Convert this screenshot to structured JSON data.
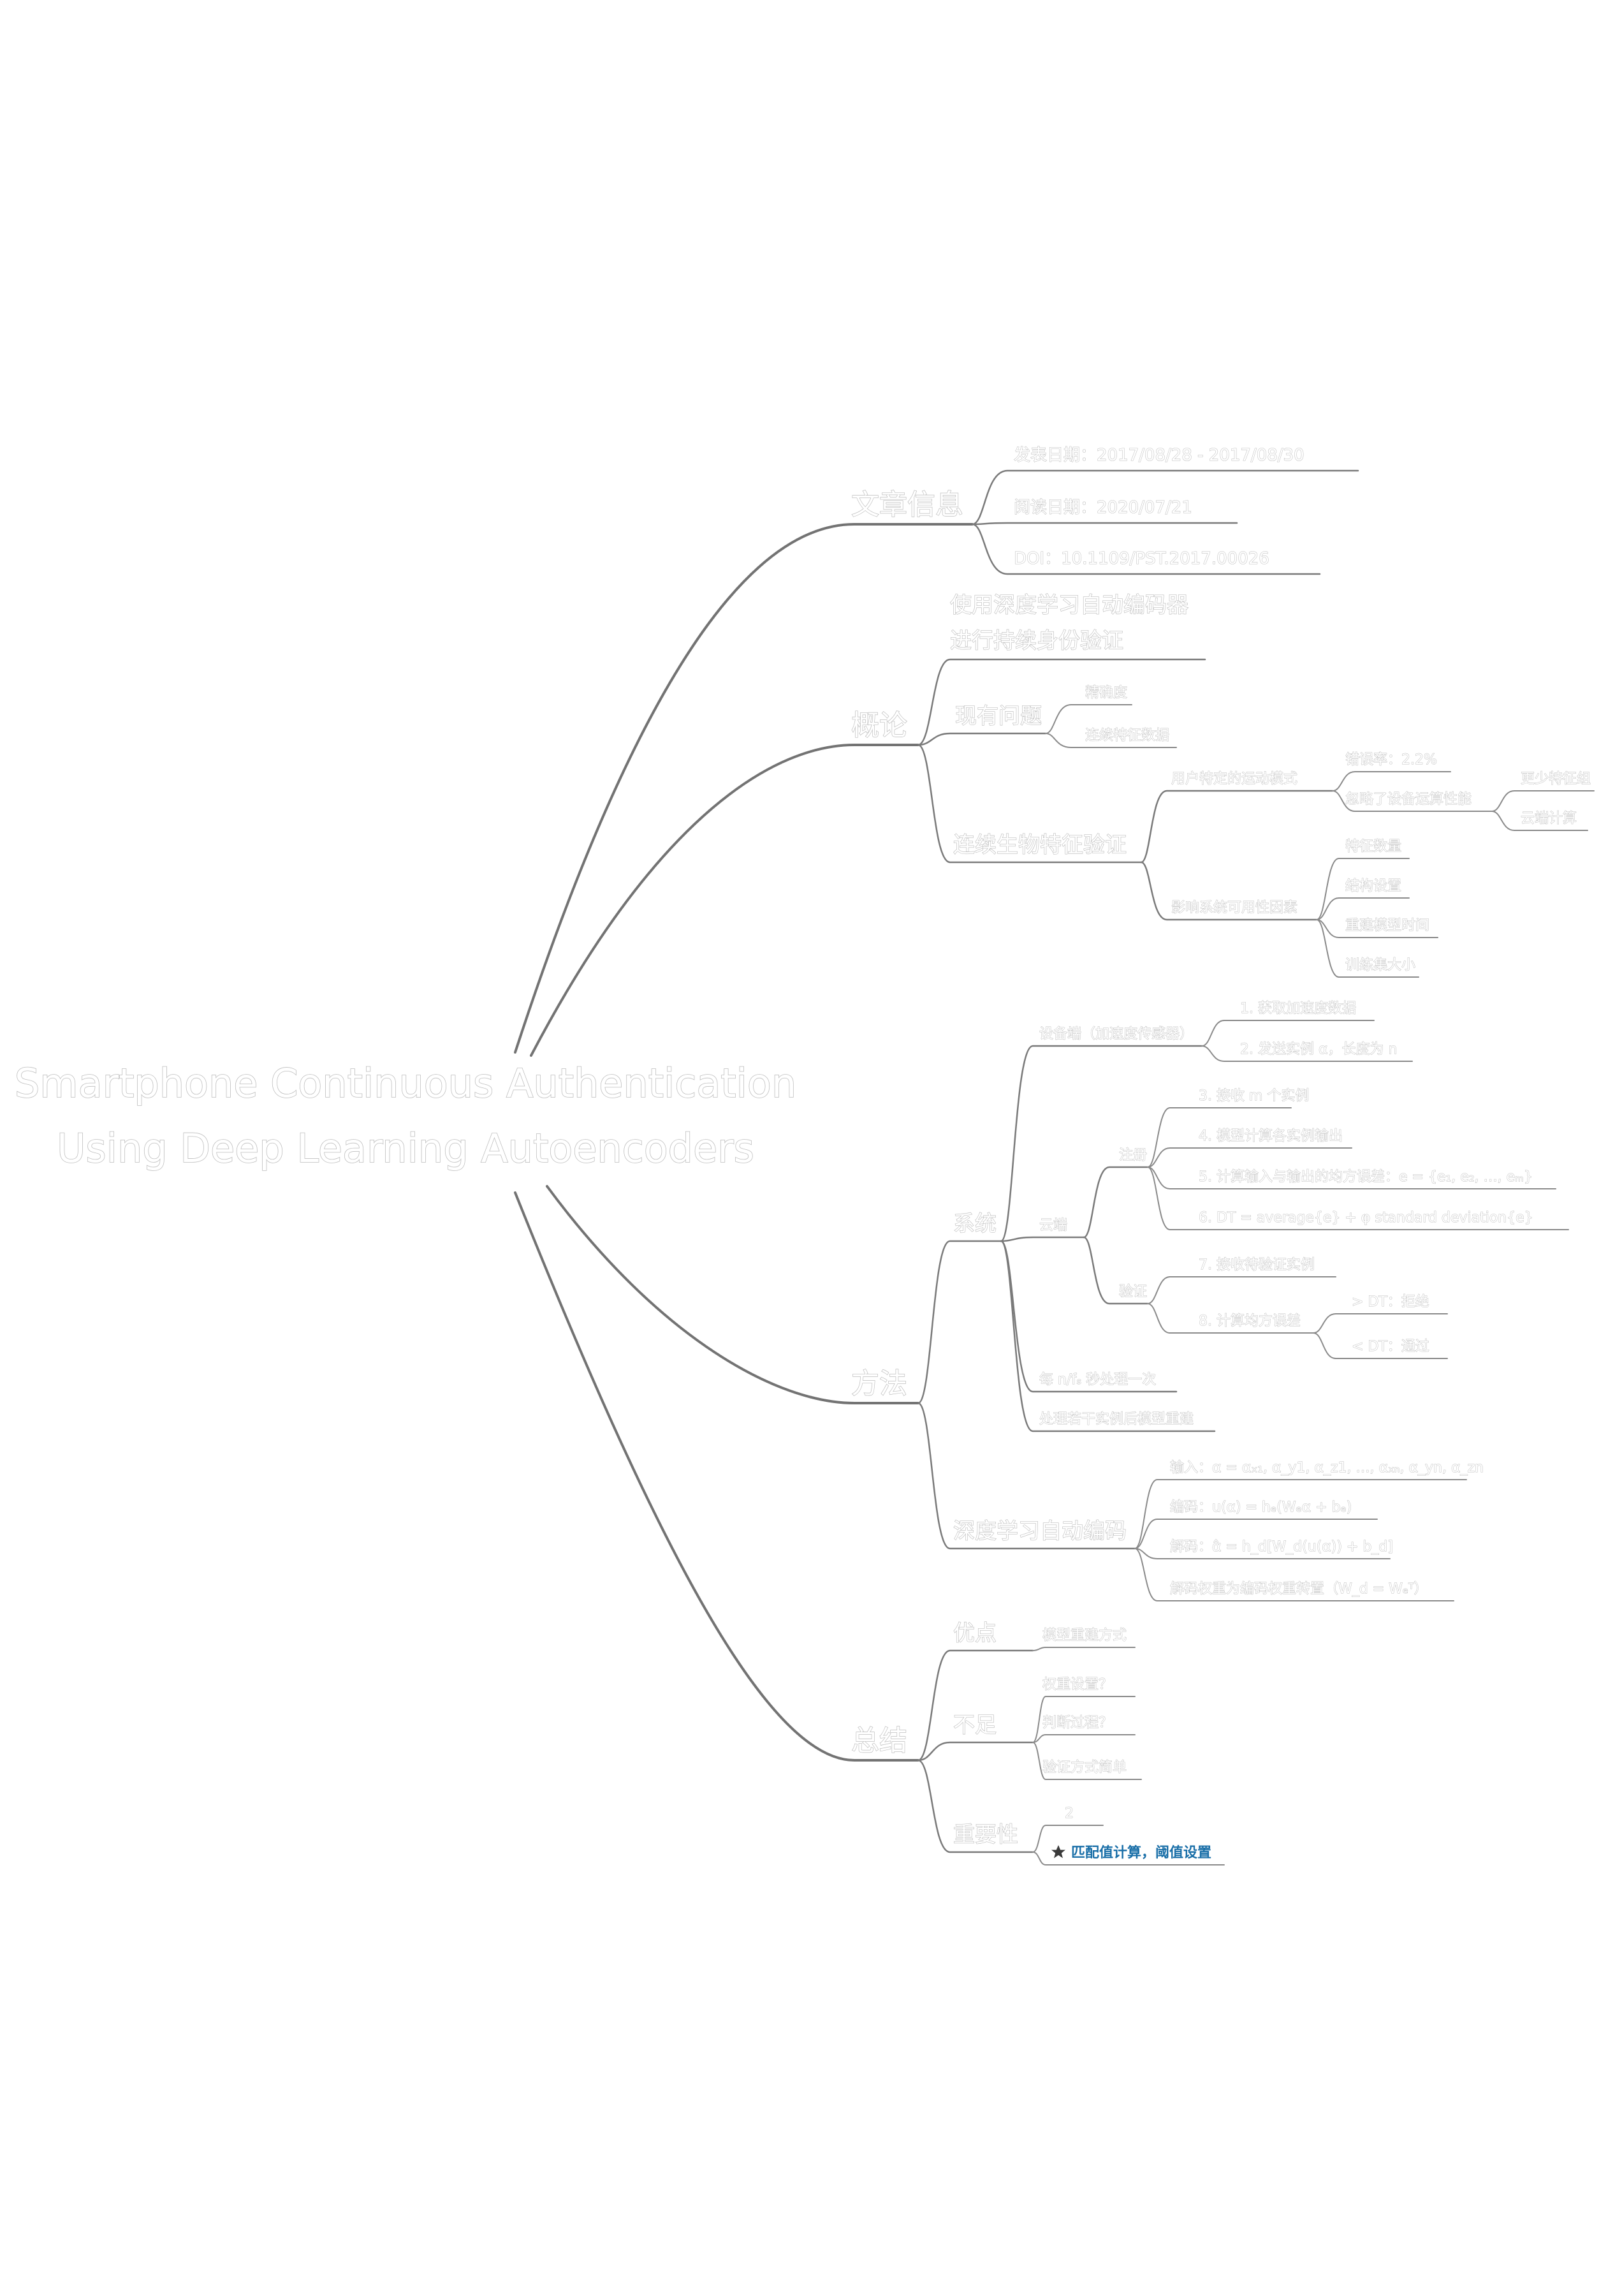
{
  "root": {
    "line1": "Smartphone Continuous Authentication",
    "line2": "Using Deep Learning Autoencoders"
  },
  "info": {
    "label": "文章信息",
    "published": "发表日期：2017/08/28 - 2017/08/30",
    "read": "阅读日期：2020/07/21",
    "doi": "DOI：10.1109/PST.2017.00026"
  },
  "overview": {
    "label": "概论",
    "summary_line1": "使用深度学习自动编码器",
    "summary_line2": "进行持续身份验证",
    "problems": {
      "label": "现有问题",
      "items": [
        "精确度",
        "连续特征数据"
      ]
    },
    "biometric": {
      "label": "连续生物特征验证",
      "motion": {
        "label": "用户特定的运动模式",
        "error_rate": "错误率：2.2%",
        "limited": "忽略了设备运算性能",
        "limited_items": [
          "更少特征组",
          "云端计算"
        ]
      },
      "factors": {
        "label": "影响系统可用性因素",
        "items": [
          "特征数量",
          "结构设置",
          "重建模型时间",
          "训练集大小"
        ]
      }
    }
  },
  "method": {
    "label": "方法",
    "system": {
      "label": "系统",
      "device": {
        "label": "设备端（加速度传感器）",
        "items": [
          "1. 获取加速度数据",
          "2. 发送实例 α，长度为 n"
        ]
      },
      "cloud": {
        "label": "云端",
        "enroll": {
          "label": "注册",
          "items": [
            "3. 接收 m 个实例",
            "4. 模型计算各实例输出",
            "5. 计算输入与输出的均方误差：e = {e₁, e₂, …, eₘ}",
            "6. DT = average{e} + φ standard deviation{e}"
          ]
        },
        "verify": {
          "label": "验证",
          "receive": "7. 接收待验证实例",
          "mse": "8. 计算均方误差",
          "outcomes": [
            "> DT：拒绝",
            "< DT：通过"
          ]
        }
      },
      "per_batch": "每 n/fₛ 秒处理一次",
      "rebuild": "处理若干实例后模型重建"
    },
    "autoencoder": {
      "label": "深度学习自动编码",
      "items": [
        "输入：α = αₓ₁, α_y1, α_z1, …, αₓₙ, α_yn, α_zn",
        "编码：u(α) = hₑ(Wₑα + bₑ)",
        "解码：α̂ = h_d[W_d(u(α)) + b_d]",
        "解码权重为编码权重转置（W_d = Wₑᵀ）"
      ]
    }
  },
  "summary": {
    "label": "总结",
    "pros": {
      "label": "优点",
      "items": [
        "模型重建方式"
      ]
    },
    "cons": {
      "label": "不足",
      "items": [
        "权重设置？",
        "判断过程？",
        "验证方式简单"
      ]
    },
    "importance": {
      "label": "重要性",
      "rating": "2",
      "note": "匹配值计算，阈值设置",
      "star_icon": "star-icon"
    }
  }
}
